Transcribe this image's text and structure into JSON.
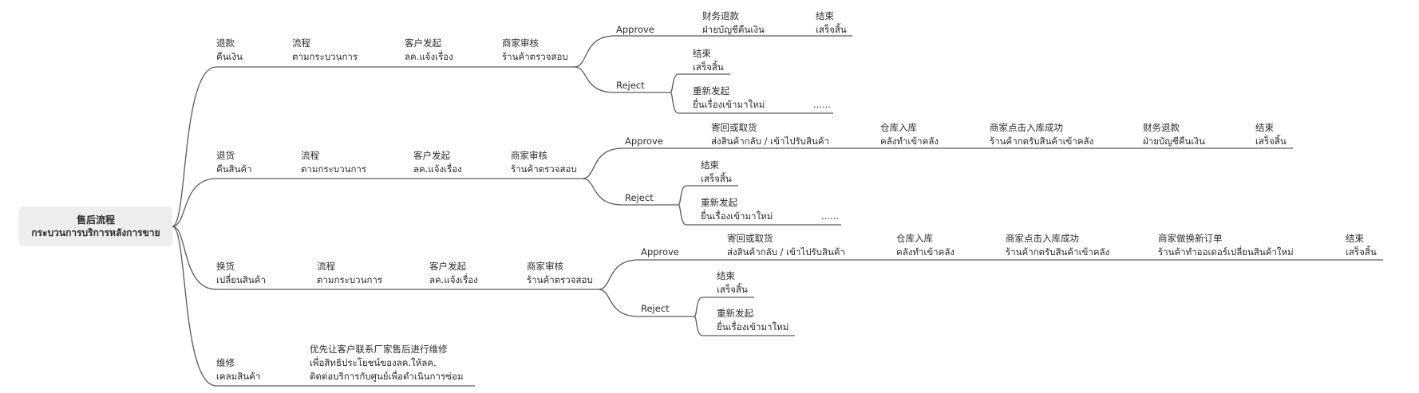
{
  "root": {
    "line1": "售后流程",
    "line2": "กระบวนการบริการหลังการขาย"
  },
  "branches": [
    {
      "id": "refund",
      "type": {
        "zh": "退款",
        "th": "คืนเงิน"
      },
      "process": {
        "zh": "流程",
        "th": "ตามกระบวนการ"
      },
      "customer": {
        "zh": "客户发起",
        "th": "ลค.แจ้งเรื่อง"
      },
      "merchant": {
        "zh": "商家审核",
        "th": "ร้านค้าตรวจสอบ"
      },
      "approve": {
        "label": "Approve",
        "steps": [
          {
            "zh": "财务退款",
            "th": "ฝ่ายบัญชีคืนเงิน"
          },
          {
            "zh": "结束",
            "th": "เสร็จสิ้น"
          }
        ]
      },
      "reject": {
        "label": "Reject",
        "end": {
          "zh": "结束",
          "th": "เสร็จสิ้น"
        },
        "resubmit": {
          "zh": "重新发起",
          "th": "ยื่นเรื่องเข้ามาใหม่",
          "more": "......"
        }
      }
    },
    {
      "id": "return",
      "type": {
        "zh": "退货",
        "th": "คืนสินค้า"
      },
      "process": {
        "zh": "流程",
        "th": "ตามกระบวนการ"
      },
      "customer": {
        "zh": "客户发起",
        "th": "ลค.แจ้งเรื่อง"
      },
      "merchant": {
        "zh": "商家审核",
        "th": "ร้านค้าตรวจสอบ"
      },
      "approve": {
        "label": "Approve",
        "steps": [
          {
            "zh": "寄回或取货",
            "th": "ส่งสินค้ากลับ / เข้าไปรับสินค้า"
          },
          {
            "zh": "仓库入库",
            "th": "คลังทำเข้าคลัง"
          },
          {
            "zh": "商家点击入库成功",
            "th": "ร้านค้ากดรับสินค้าเข้าคลัง"
          },
          {
            "zh": "财务退款",
            "th": "ฝ่ายบัญชีคืนเงิน"
          },
          {
            "zh": "结束",
            "th": "เสร็จสิ้น"
          }
        ]
      },
      "reject": {
        "label": "Reject",
        "end": {
          "zh": "结束",
          "th": "เสร็จสิ้น"
        },
        "resubmit": {
          "zh": "重新发起",
          "th": "ยื่นเรื่องเข้ามาใหม่",
          "more": "......"
        }
      }
    },
    {
      "id": "exchange",
      "type": {
        "zh": "换货",
        "th": "เปลี่ยนสินค้า"
      },
      "process": {
        "zh": "流程",
        "th": "ตามกระบวนการ"
      },
      "customer": {
        "zh": "客户发起",
        "th": "ลค.แจ้งเรื่อง"
      },
      "merchant": {
        "zh": "商家审核",
        "th": "ร้านค้าตรวจสอบ"
      },
      "approve": {
        "label": "Approve",
        "steps": [
          {
            "zh": "寄回或取货",
            "th": "ส่งสินค้ากลับ / เข้าไปรับสินค้า"
          },
          {
            "zh": "仓库入库",
            "th": "คลังทำเข้าคลัง"
          },
          {
            "zh": "商家点击入库成功",
            "th": "ร้านค้ากดรับสินค้าเข้าคลัง"
          },
          {
            "zh": "商家做换新订单",
            "th": "ร้านค้าทำออเดอร์เปลี่ยนสินค้าใหม่"
          },
          {
            "zh": "结束",
            "th": "เสร็จสิ้น"
          }
        ]
      },
      "reject": {
        "label": "Reject",
        "end": {
          "zh": "结束",
          "th": "เสร็จสิ้น"
        },
        "resubmit": {
          "zh": "重新发起",
          "th": "ยื่นเรื่องเข้ามาใหม่",
          "more": ""
        }
      }
    },
    {
      "id": "repair",
      "type": {
        "zh": "维修",
        "th": "เคลมสินค้า"
      },
      "note": {
        "line1": "优先让客户联系厂家售后进行维修",
        "line2": "เพื่อสิทธิประโยชน์ของลค.ให้ลค.",
        "line3": "ติดต่อบริการกับศูนย์เพื่อดำเนินการซ่อม"
      }
    }
  ],
  "colors": {
    "line": "#5a5a5a",
    "root_bg": "#eeeeec",
    "text": "#2b2b2b"
  }
}
